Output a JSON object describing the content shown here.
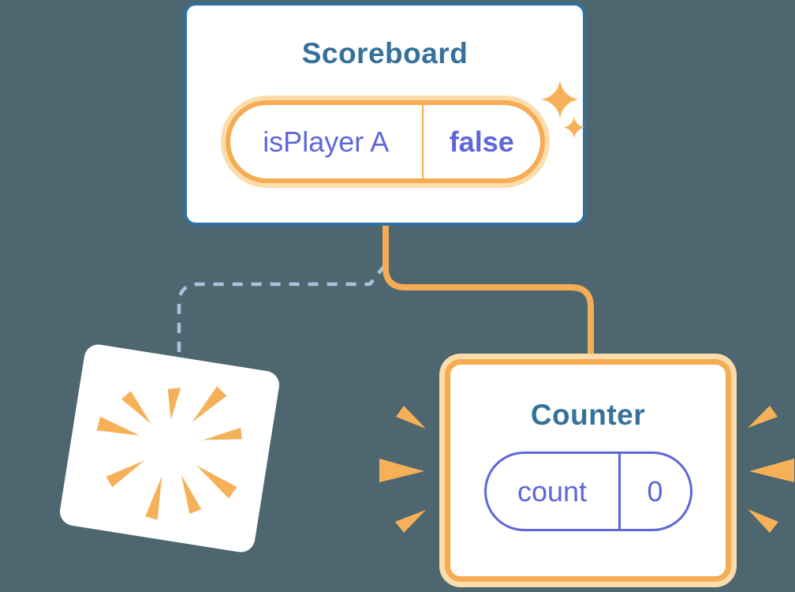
{
  "diagram": {
    "description": "React component tree state diagram: Scoreboard parent with a new Counter child; previous child component removed with a poof"
  },
  "colors": {
    "bg": "#4D6670",
    "card-bg": "#FFFFFF",
    "card-border-blue": "#2F72A2",
    "title-teal": "#35719A",
    "orange": "#F5AC52",
    "orange-soft": "#FBDCAA",
    "orange-ray": "#F6B158",
    "purple": "#5E67D8",
    "dash-blue": "#A7C4DC"
  },
  "scoreboard": {
    "title": "Scoreboard",
    "state_name": "isPlayer A",
    "state_value": "false"
  },
  "counter": {
    "title": "Counter",
    "state_name": "count",
    "state_value": "0"
  },
  "icons": {
    "sparkle": "two four-point orange stars (new state highlight)",
    "poof": "orange explosion wedges on tilted white card (component destroyed)",
    "emphasis_rays": "three orange wedges on each side of Counter card"
  },
  "connectors": {
    "active_branch": "solid orange elbow from Scoreboard bottom to Counter top",
    "removed_branch": "dashed light-blue elbow from Scoreboard bottom to destroyed card"
  }
}
